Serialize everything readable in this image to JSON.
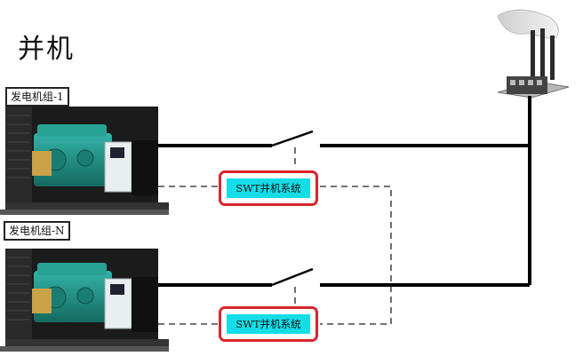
{
  "diagram": {
    "title": "并机",
    "generators": [
      {
        "label": "发电机组-1"
      },
      {
        "label": "发电机组-N"
      }
    ],
    "controllers": [
      {
        "label": "SWT并机系统"
      },
      {
        "label": "SWT并机系统"
      }
    ],
    "colors": {
      "bus": "#000000",
      "controller_border": "#d9252b",
      "controller_fill": "#14dde8",
      "engine": "#1f8f86",
      "canopy": "#1b1b1b"
    },
    "icons": [
      "generator-icon",
      "switch-icon",
      "factory-icon"
    ]
  }
}
